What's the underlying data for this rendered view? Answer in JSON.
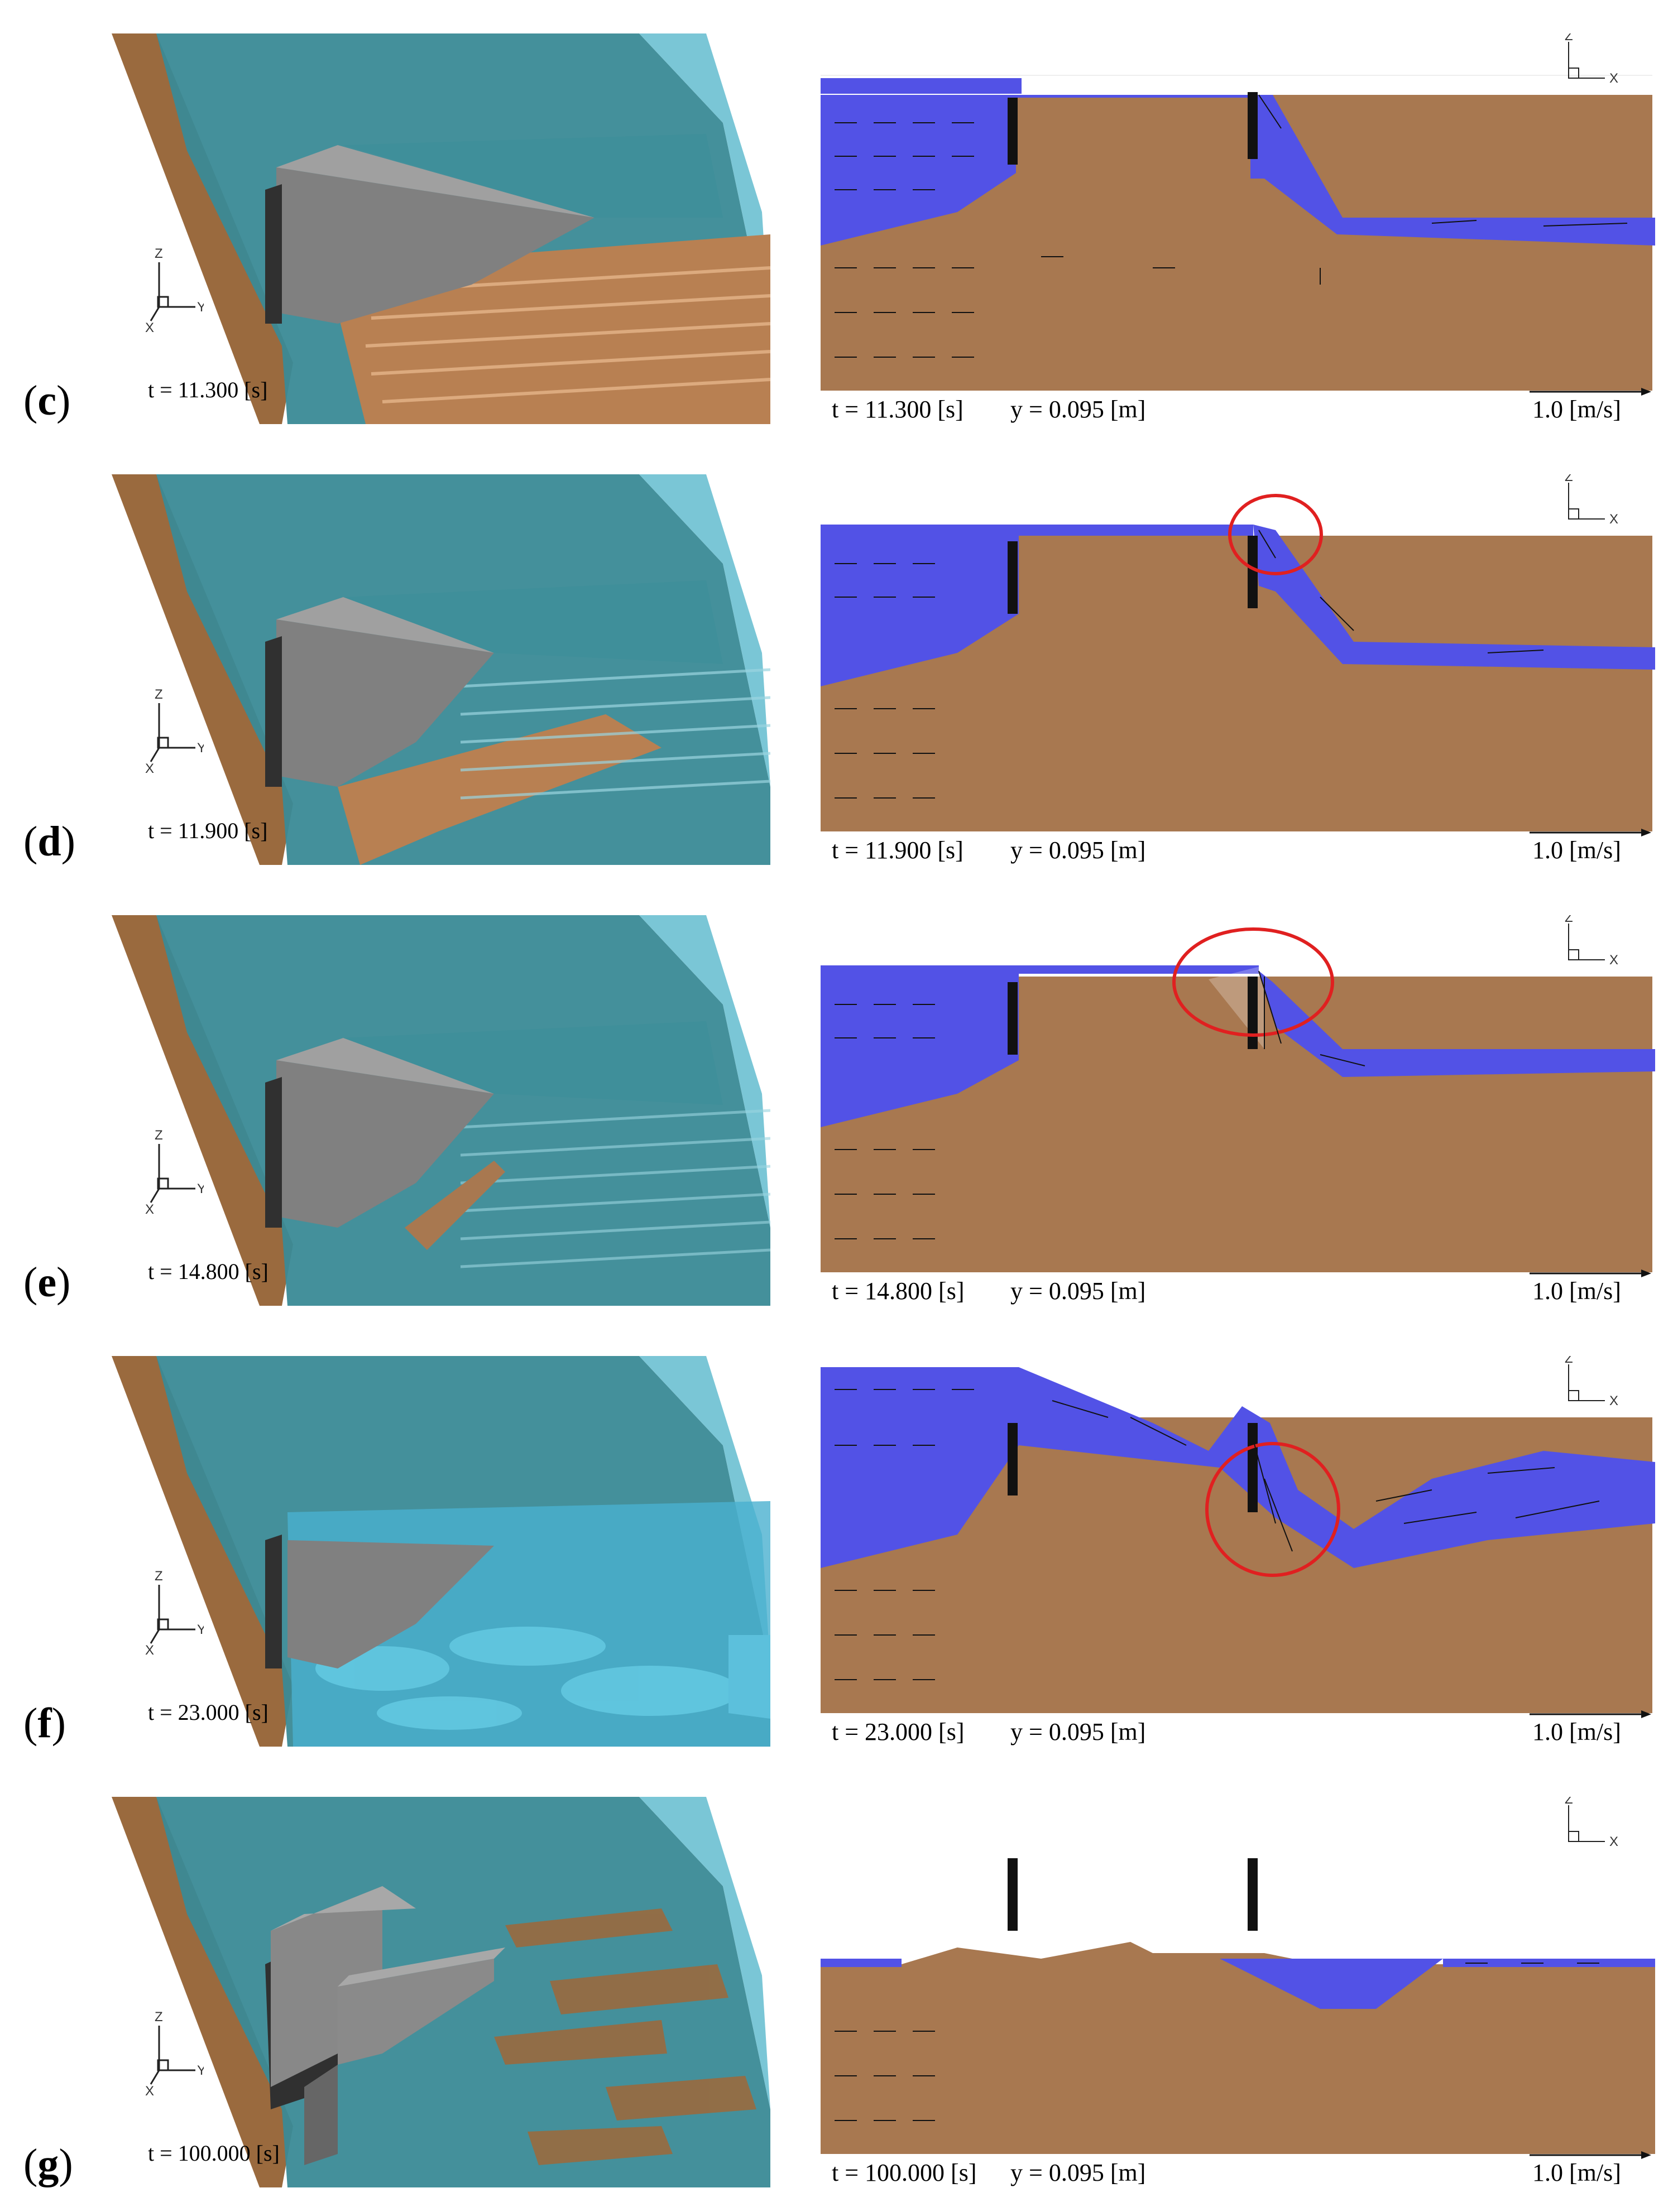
{
  "panels": [
    {
      "label": "c",
      "time_left": "t = 11.300 [s]",
      "time_right": "t = 11.300 [s]",
      "y_pos": "y = 0.095 [m]",
      "scale": "1.0 [m/s]",
      "water": "full",
      "circle": false
    },
    {
      "label": "d",
      "time_left": "t = 11.900 [s]",
      "time_right": "t = 11.900 [s]",
      "y_pos": "y = 0.095 [m]",
      "scale": "1.0 [m/s]",
      "water": "full",
      "circle": true
    },
    {
      "label": "e",
      "time_left": "t = 14.800 [s]",
      "time_right": "t = 14.800 [s]",
      "y_pos": "y = 0.095 [m]",
      "scale": "1.0 [m/s]",
      "water": "full",
      "circle": true
    },
    {
      "label": "f",
      "time_left": "t = 23.000 [s]",
      "time_right": "t = 23.000 [s]",
      "y_pos": "y = 0.095 [m]",
      "scale": "1.0 [m/s]",
      "water": "turbulent",
      "circle": true
    },
    {
      "label": "g",
      "time_left": "t = 100.000 [s]",
      "time_right": "t = 100.000 [s]",
      "y_pos": "y = 0.095 [m]",
      "scale": "1.0 [m/s]",
      "water": "drained",
      "circle": false
    }
  ],
  "axes_left": {
    "z": "Z",
    "y": "Y",
    "x": "X"
  },
  "axes_right": {
    "z": "Z",
    "x": "X"
  },
  "colors": {
    "sediment": "#a87850",
    "water": "#5050e8",
    "water_3d": "#3a8a96",
    "structure": "#808080",
    "highlight": "#e02020"
  }
}
